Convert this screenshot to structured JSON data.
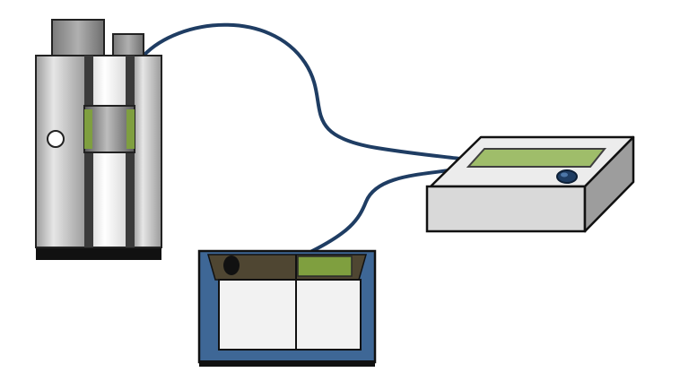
{
  "diagram": {
    "components": [
      {
        "id": "tower-unit",
        "icon": "tower-device-icon"
      },
      {
        "id": "control-box",
        "icon": "control-box-icon"
      },
      {
        "id": "tray-unit",
        "icon": "tray-container-icon"
      }
    ],
    "connections": [
      {
        "from": "tower-unit",
        "to": "control-box",
        "kind": "cable"
      },
      {
        "from": "tray-unit",
        "to": "control-box",
        "kind": "cable"
      }
    ],
    "colors": {
      "cable": "#1f3d63",
      "display": "#9fbd6a",
      "accent_green": "#7f9f3f",
      "tray_frame": "#3e6796",
      "tray_top": "#4f4632",
      "tower_dark": "#595959",
      "box_face": "#d9d9d9"
    }
  }
}
